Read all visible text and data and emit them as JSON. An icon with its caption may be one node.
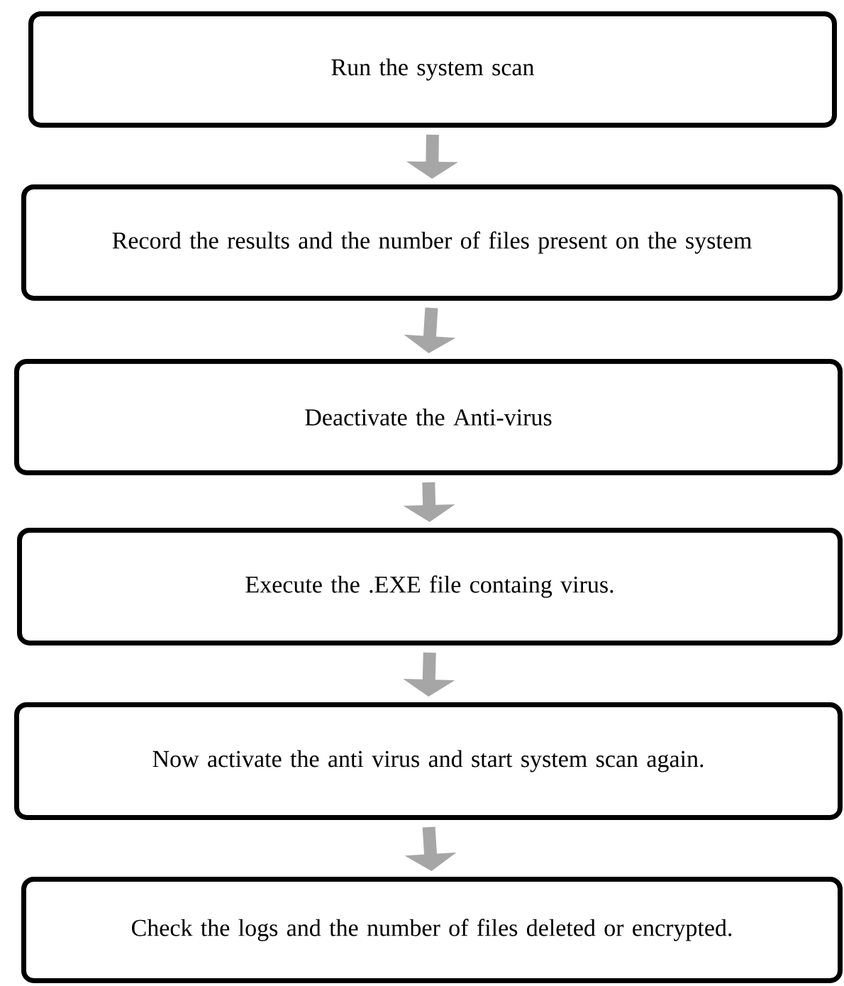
{
  "diagram": {
    "nodes": [
      {
        "text": [
          "Run the system scan"
        ]
      },
      {
        "text": [
          "Record the results and the number of files present on the system"
        ]
      },
      {
        "text": [
          "Deactivate the Anti-virus"
        ]
      },
      {
        "text": [
          "Execute the .EXE file containg virus."
        ]
      },
      {
        "text": [
          "Now activate the anti virus and start system scan again."
        ]
      },
      {
        "text": [
          "Check the logs and the number of files deleted or encrypted."
        ]
      }
    ],
    "edges": [
      {
        "from": 0,
        "to": 1,
        "arrow": "to"
      },
      {
        "from": 1,
        "to": 2,
        "arrow": "to"
      },
      {
        "from": 2,
        "to": 3,
        "arrow": "to"
      },
      {
        "from": 3,
        "to": 4,
        "arrow": "to"
      },
      {
        "from": 4,
        "to": 5,
        "arrow": "to"
      }
    ]
  }
}
